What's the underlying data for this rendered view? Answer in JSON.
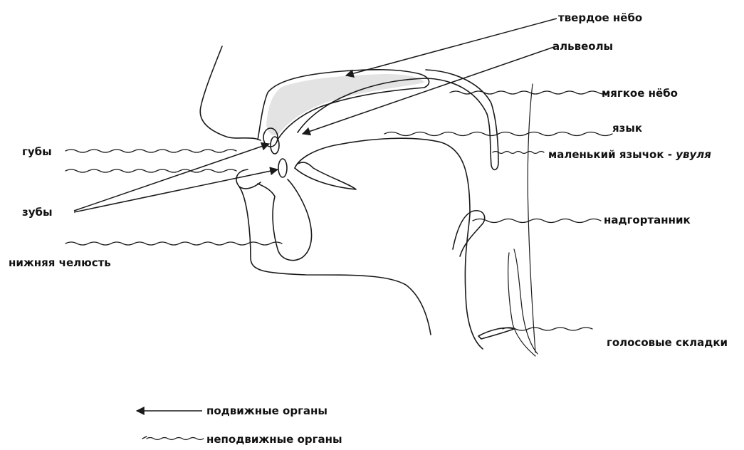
{
  "labels": {
    "hard_palate": "твердое нёбо",
    "alveoli": "альвеолы",
    "soft_palate": "мягкое нёбо",
    "tongue": "язык",
    "uvula_prefix": "маленький язычок - ",
    "uvula_name": "увуля",
    "lips": "губы",
    "teeth": "зубы",
    "lower_jaw": "нижняя челюсть",
    "epiglottis": "надгортанник",
    "vocal_folds": "голосовые складки"
  },
  "legend": {
    "movable": "подвижные органы",
    "immovable": "неподвижные органы"
  },
  "colors": {
    "ink": "#1a1a1a",
    "shading": "#d9d9d9"
  }
}
